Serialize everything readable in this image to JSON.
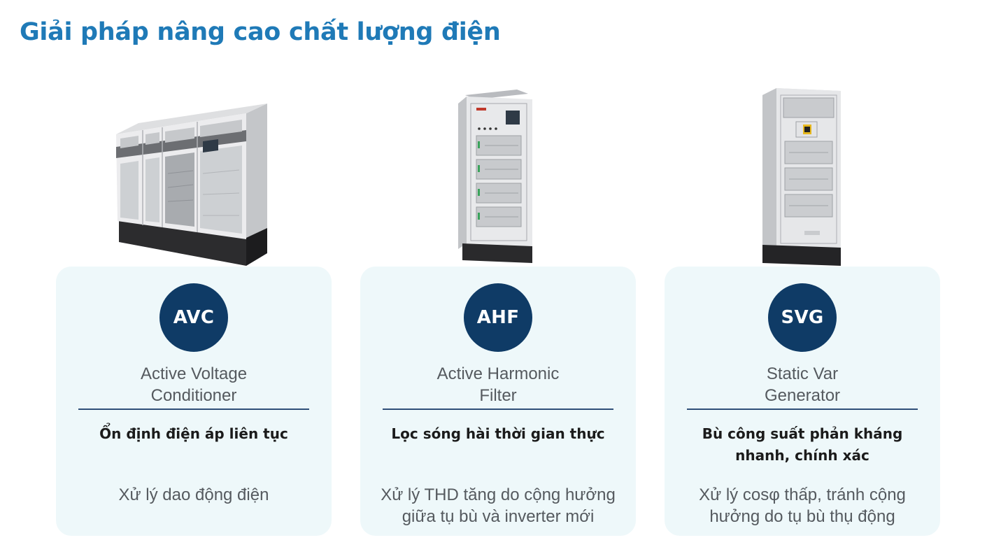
{
  "slide": {
    "title": "Giải pháp nâng cao chất lượng điện"
  },
  "colors": {
    "title": "#1f7ab7",
    "badge": "#0f3b66",
    "card_background": "#eef8fa",
    "divider": "#2f4f78"
  },
  "products": [
    {
      "image": "avc-cabinet-image",
      "abbr": "AVC",
      "name_line1": "Active Voltage",
      "name_line2": "Conditioner",
      "headline_line1": "Ổn định điện áp liên tục",
      "headline_line2": "",
      "desc_line1": "Xử lý dao động điện",
      "desc_line2": ""
    },
    {
      "image": "ahf-cabinet-image",
      "abbr": "AHF",
      "name_line1": "Active Harmonic",
      "name_line2": "Filter",
      "headline_line1": "Lọc sóng hài thời gian thực",
      "headline_line2": "",
      "desc_line1": "Xử lý THD tăng do cộng hưởng",
      "desc_line2": "giữa tụ bù và inverter mới"
    },
    {
      "image": "svg-cabinet-image",
      "abbr": "SVG",
      "name_line1": "Static Var",
      "name_line2": "Generator",
      "headline_line1": "Bù công suất phản kháng",
      "headline_line2": "nhanh, chính xác",
      "desc_line1": "Xử lý cosφ thấp, tránh cộng",
      "desc_line2": "hưởng do tụ bù thụ động"
    }
  ]
}
